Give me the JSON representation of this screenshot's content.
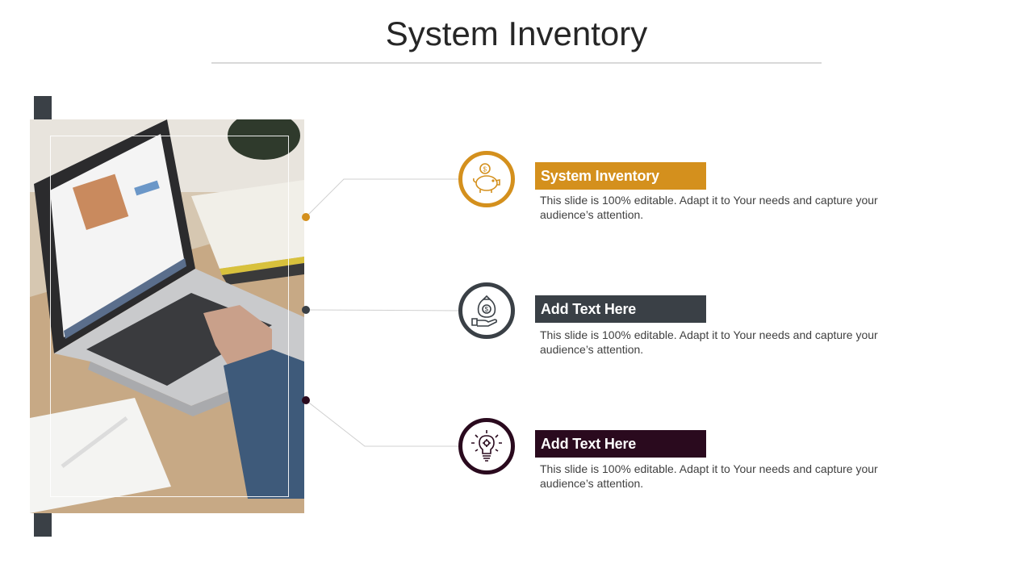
{
  "slide": {
    "title": "System Inventory"
  },
  "items": [
    {
      "label": "System Inventory",
      "description": "This slide is 100% editable.  Adapt it to Your needs and capture your audience’s attention.",
      "color": "#d4901d",
      "icon": "piggy-bank-icon"
    },
    {
      "label": "Add Text Here",
      "description": "This slide is 100% editable.  Adapt it to Your needs and capture your audience’s attention.",
      "color": "#3a4046",
      "icon": "money-bag-hand-icon"
    },
    {
      "label": "Add Text Here",
      "description": "This slide is 100% editable.  Adapt it to Your needs and capture your audience’s attention.",
      "color": "#2a0a1e",
      "icon": "lightbulb-gear-icon"
    }
  ],
  "photo": {
    "subject": "laptop-on-desk-photo"
  }
}
